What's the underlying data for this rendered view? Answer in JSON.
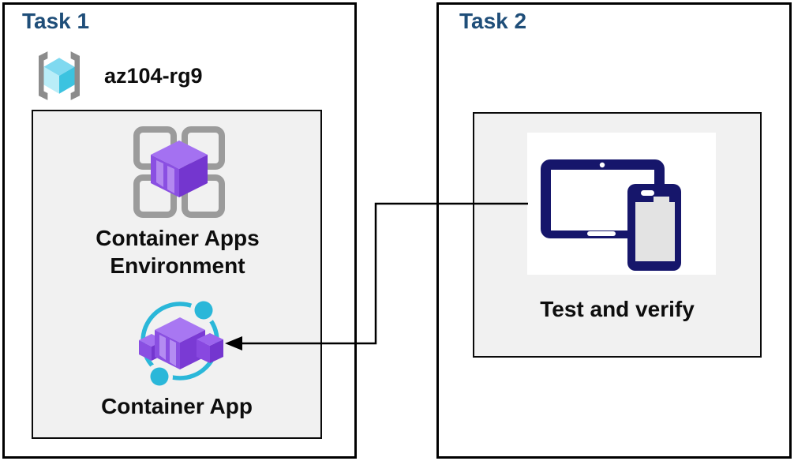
{
  "task1": {
    "title": "Task 1",
    "resource_group": "az104-rg9",
    "env_label": "Container Apps Environment",
    "app_label": "Container App"
  },
  "task2": {
    "title": "Task 2",
    "verify_label": "Test and verify"
  },
  "connector": {
    "from": "devices-icon",
    "to": "container-app-icon",
    "type": "elbow-arrow",
    "direction": "points-left-into-container-app"
  },
  "icons": {
    "resource_group": "resource-group-icon",
    "environment": "container-apps-environment-icon",
    "app": "container-app-icon",
    "devices": "devices-icon"
  },
  "colors": {
    "title_navy": "#1f4e79",
    "panel_gray": "#f1f1f1",
    "purple_main": "#8a4fe2",
    "purple_dark": "#7436cf",
    "purple_light": "#a877f2",
    "cyan_ring": "#2ab7d9",
    "cube_cyan": "#3cc3e0",
    "device_navy": "#16166b",
    "line_black": "#000000"
  }
}
